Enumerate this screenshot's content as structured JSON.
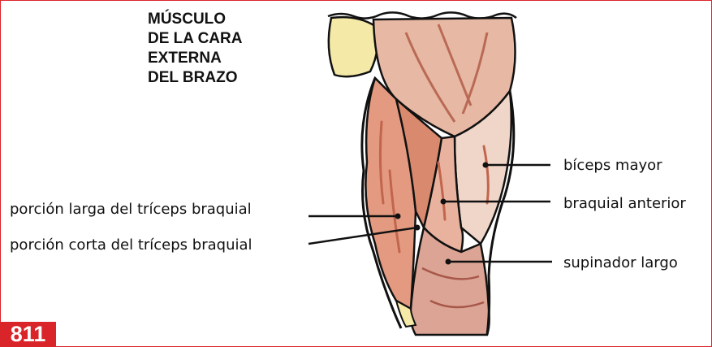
{
  "title": {
    "line1": "MÚSCULO",
    "line2": "DE LA CARA",
    "line3": "EXTERNA",
    "line4": "DEL BRAZO"
  },
  "labels": {
    "triceps_long": "porción larga del tríceps braquial",
    "triceps_short": "porción corta del tríceps braquial",
    "biceps": "bíceps mayor",
    "braquial": "braquial anterior",
    "supinador": "supinador largo"
  },
  "page_number": "811",
  "colors": {
    "frame": "#d9242a",
    "muscle": "#d98a6e",
    "skin": "#f4e9a6",
    "outline": "#111111"
  }
}
